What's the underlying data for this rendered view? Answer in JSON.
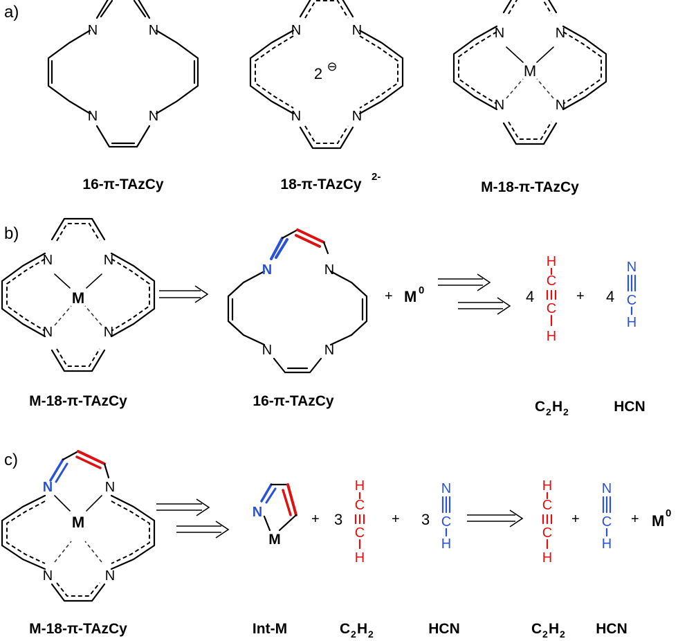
{
  "panels": {
    "a": {
      "label": "a)",
      "captions": [
        "16-π-TAzCy",
        "18-π-TAzCy",
        "M-18-π-TAzCy"
      ],
      "caption_sup": "2-",
      "charge_text": "2",
      "charge_sign": "⊖"
    },
    "b": {
      "label": "b)",
      "captions": [
        "M-18-π-TAzCy",
        "16-π-TAzCy",
        "C2H2",
        "HCN"
      ],
      "plus": "+",
      "metal": "M",
      "metal_sup": "0",
      "coef_acetylene": "4",
      "coef_hcn": "4"
    },
    "c": {
      "label": "c)",
      "captions": [
        "M-18-π-TAzCy",
        "Int-M",
        "C2H2",
        "HCN",
        "C2H2",
        "HCN"
      ],
      "plus": "+",
      "metal": "M",
      "metal_sup": "0",
      "coef_acetylene": "3",
      "coef_hcn": "3"
    }
  },
  "atoms": {
    "N": "N",
    "M": "M",
    "H": "H",
    "C": "C"
  },
  "formula_parts": {
    "c2h2": [
      "C",
      "2",
      "H",
      "2"
    ],
    "hcn": "HCN"
  },
  "colors": {
    "acetylene": "#e01010",
    "hcn": "#2a52d8",
    "bond": "#000000"
  }
}
